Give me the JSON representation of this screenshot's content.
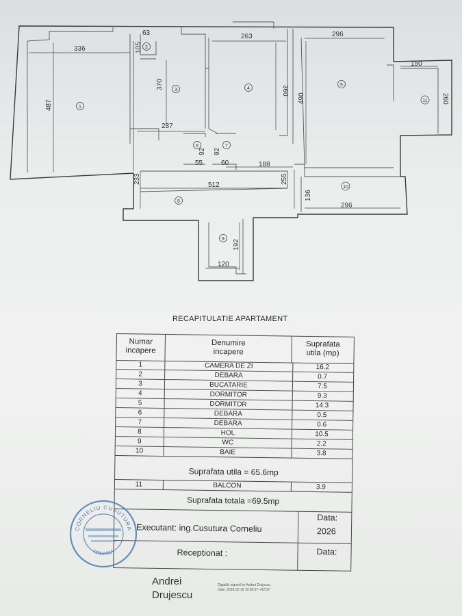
{
  "plan": {
    "dims": {
      "d336": "336",
      "d63": "63",
      "d105": "105",
      "d263": "263",
      "d296_top": "296",
      "d150": "150",
      "d487": "487",
      "d370": "370",
      "d360": "360",
      "d490": "490",
      "d260": "260",
      "d237": "237",
      "d92a": "92",
      "d92b": "92",
      "d55": "55",
      "d60": "60",
      "d188": "188",
      "d233": "233",
      "d512": "512",
      "d255": "255",
      "d136": "136",
      "d296_bot": "296",
      "d192": "192",
      "d120": "120"
    },
    "rooms": [
      "1",
      "2",
      "3",
      "4",
      "5",
      "6",
      "7",
      "8",
      "9",
      "10",
      "11"
    ]
  },
  "recap": {
    "title": "RECAPITULATIE APARTAMENT",
    "headers": {
      "col1": "Numar\nincapere",
      "col2": "Denumire\nincapere",
      "col3": "Suprafata\nutila (mp)"
    },
    "rows": [
      {
        "nr": "1",
        "name": "CAMERA DE ZI",
        "area": "16.2"
      },
      {
        "nr": "2",
        "name": "DEBARA",
        "area": "0.7"
      },
      {
        "nr": "3",
        "name": "BUCATARIE",
        "area": "7.5"
      },
      {
        "nr": "4",
        "name": "DORMITOR",
        "area": "9.3"
      },
      {
        "nr": "5",
        "name": "DORMITOR",
        "area": "14.3"
      },
      {
        "nr": "6",
        "name": "DEBARA",
        "area": "0.5"
      },
      {
        "nr": "7",
        "name": "DEBARA",
        "area": "0.6"
      },
      {
        "nr": "8",
        "name": "HOL",
        "area": "10.5"
      },
      {
        "nr": "9",
        "name": "WC",
        "area": "2.2"
      },
      {
        "nr": "10",
        "name": "BAIE",
        "area": "3.8"
      }
    ],
    "suprafata_utila": "Suprafata utila = 65.6mp",
    "balcon": {
      "nr": "11",
      "name": "BALCON",
      "area": "3.9"
    },
    "suprafata_totala": "Suprafata totala =69.5mp",
    "executant": "Executant: ing.Cusutura Corneliu",
    "data_label": "Data:",
    "year": "2026",
    "receptionat": "Receptionat :",
    "data_label2": "Data:"
  },
  "stamp": {
    "top_text": "CORNELIU CUSUTURA",
    "bottom_text": "ROMANIA"
  },
  "signature": {
    "name_line1": "Andrei",
    "name_line2": "Drujescu",
    "digital_line1": "Digitally signed by Andrei Drujescu",
    "digital_line2": "Date: 2026.02.16 10:58:37 +02'00'"
  },
  "colors": {
    "stamp_blue": "#4a7db8",
    "ink": "#333333"
  }
}
